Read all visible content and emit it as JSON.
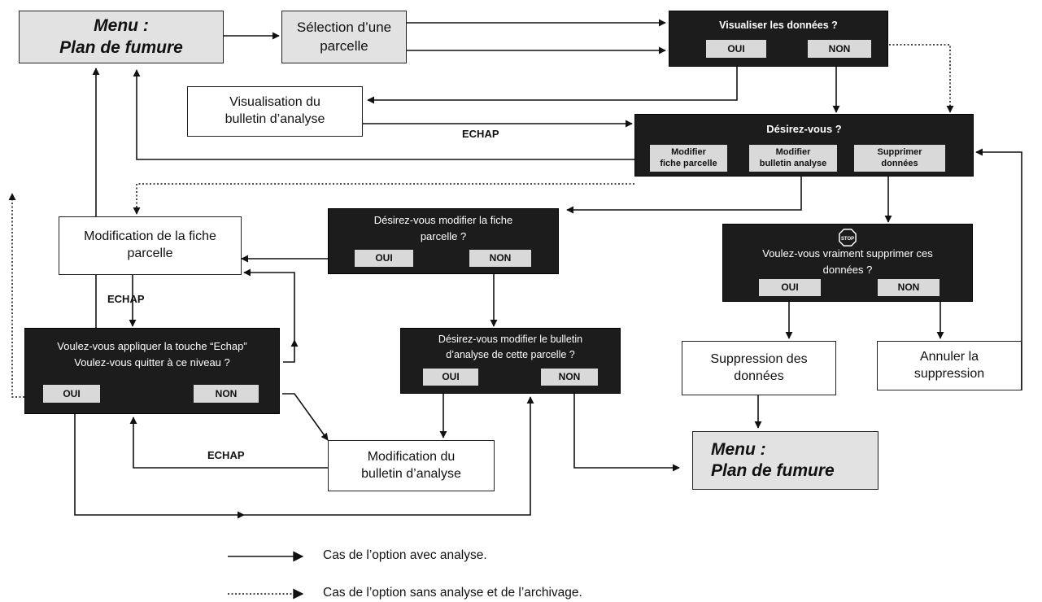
{
  "menu_top": {
    "line1": "Menu :",
    "line2": "Plan de fumure"
  },
  "selection": {
    "line1": "Sélection d’une",
    "line2": "parcelle"
  },
  "visualiser": {
    "title": "Visualiser les données ?",
    "oui": "OUI",
    "non": "NON"
  },
  "visualisation_bulletin": {
    "line1": "Visualisation du",
    "line2": "bulletin d’analyse"
  },
  "desirez": {
    "title": "Désirez-vous ?",
    "btn1_line1": "Modifier",
    "btn1_line2": "fiche parcelle",
    "btn2_line1": "Modifier",
    "btn2_line2": "bulletin analyse",
    "btn3_line1": "Supprimer",
    "btn3_line2": "données"
  },
  "modif_fiche_q": {
    "line1": "Désirez-vous modifier la fiche",
    "line2": "parcelle ?",
    "oui": "OUI",
    "non": "NON"
  },
  "modification_fiche": {
    "line1": "Modification de la fiche",
    "line2": "parcelle"
  },
  "supprimer_q": {
    "stop": "STOP",
    "line1": "Voulez-vous vraiment supprimer ces",
    "line2": "données ?",
    "oui": "OUI",
    "non": "NON"
  },
  "echap_q": {
    "line1": "Voulez-vous appliquer la touche “Echap”",
    "line2": "Voulez-vous quitter à ce niveau ?",
    "oui": "OUI",
    "non": "NON"
  },
  "modif_bulletin_q": {
    "line1": "Désirez-vous modifier le bulletin",
    "line2": "d’analyse de cette parcelle ?",
    "oui": "OUI",
    "non": "NON"
  },
  "suppression": {
    "line1": "Suppression des",
    "line2": "données"
  },
  "annuler": {
    "line1": "Annuler la",
    "line2": "suppression"
  },
  "modification_bulletin": {
    "line1": "Modification du",
    "line2": "bulletin d’analyse"
  },
  "menu_bottom": {
    "line1": "Menu :",
    "line2": "Plan de fumure"
  },
  "edge_labels": {
    "echap_1": "ECHAP",
    "echap_2": "ECHAP",
    "echap_3": "ECHAP"
  },
  "legend": {
    "solid": "Cas de l’option avec analyse.",
    "dotted": "Cas de l’option sans analyse et de l’archivage."
  }
}
